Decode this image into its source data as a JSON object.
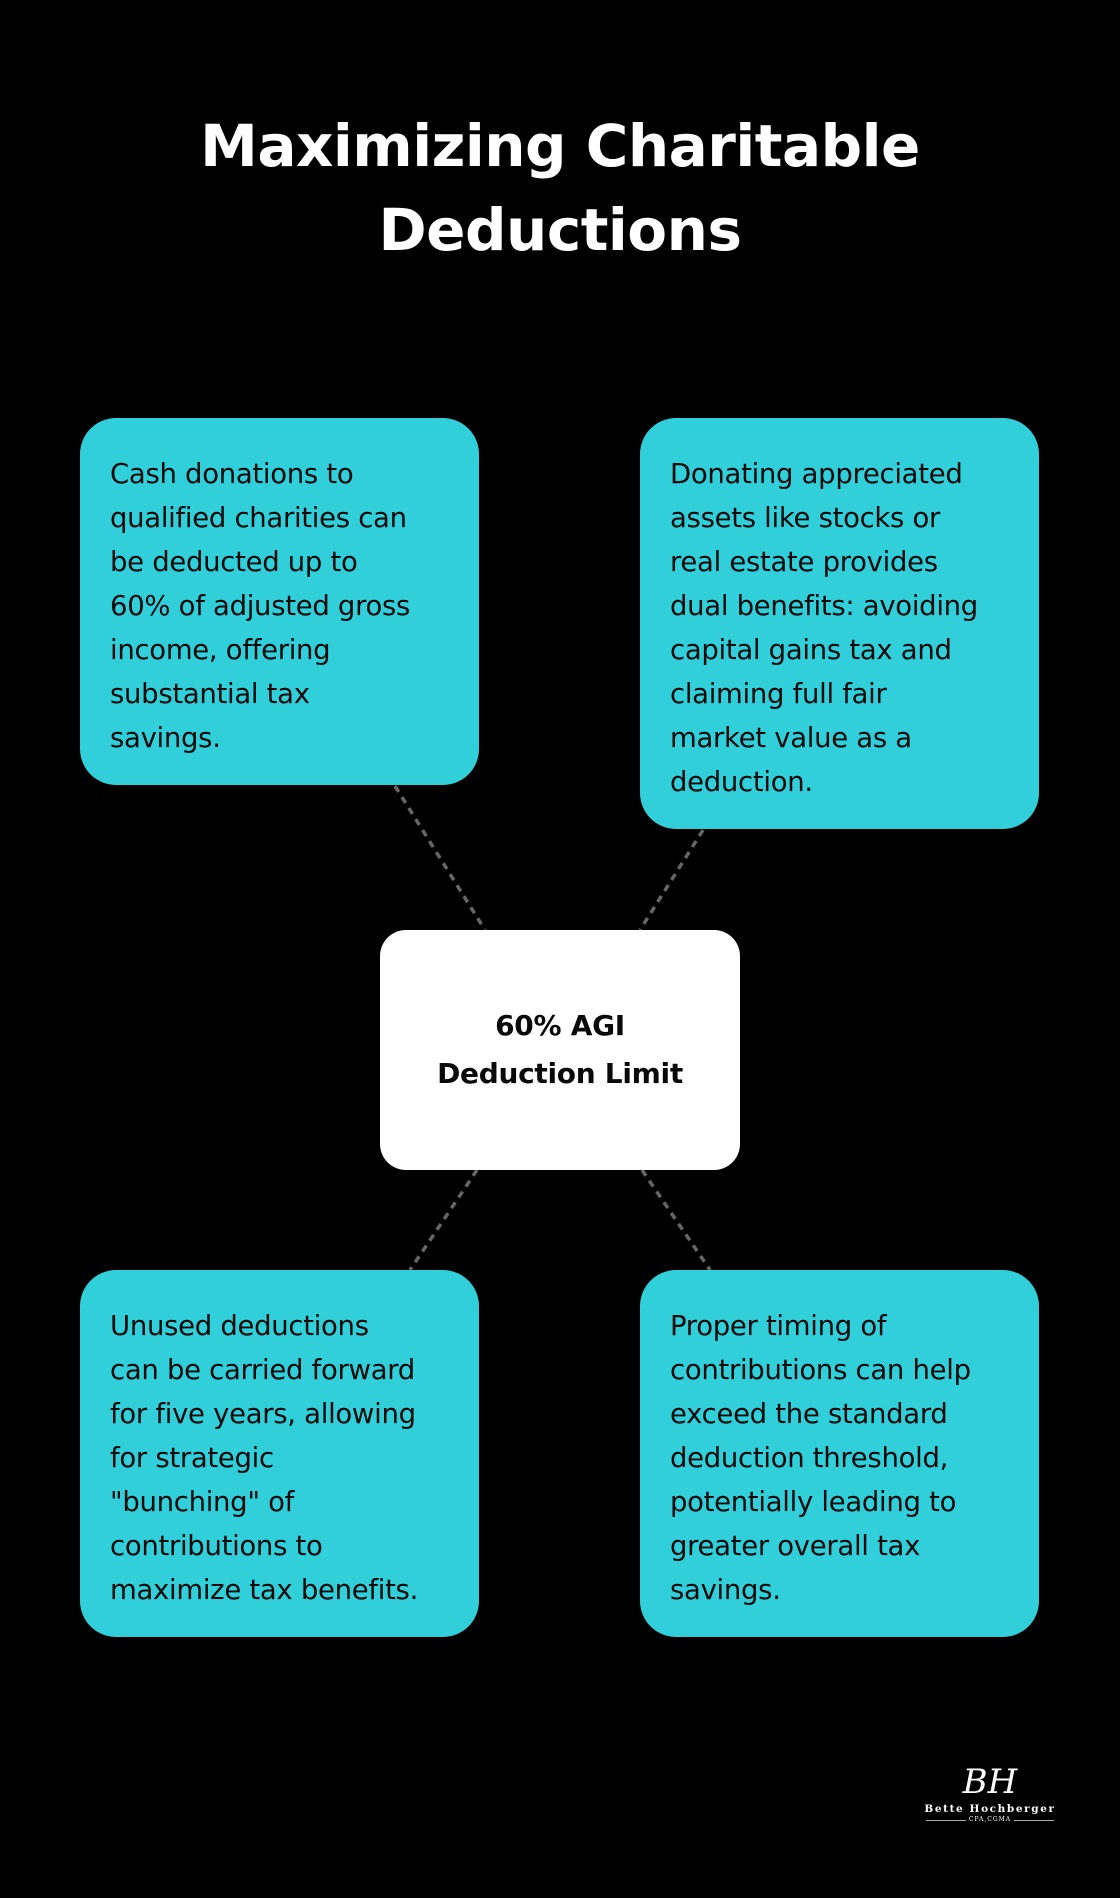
{
  "title": {
    "line1": "Maximizing Charitable",
    "line2": "Deductions"
  },
  "center": {
    "line1": "60% AGI",
    "line2": "Deduction Limit"
  },
  "boxes": [
    {
      "position": "top-left",
      "lines": [
        "Cash donations to",
        "qualified charities can",
        "be deducted up to",
        "60% of adjusted gross",
        "income, offering",
        "substantial tax",
        "savings."
      ]
    },
    {
      "position": "top-right",
      "lines": [
        "Donating appreciated",
        "assets like stocks or",
        "real estate provides",
        "dual benefits: avoiding",
        "capital gains tax and",
        "claiming full fair",
        "market value as a",
        "deduction."
      ]
    },
    {
      "position": "bottom-left",
      "lines": [
        "Unused deductions",
        "can be carried forward",
        "for five years, allowing",
        "for strategic",
        "\"bunching\" of",
        "contributions to",
        "maximize tax benefits."
      ]
    },
    {
      "position": "bottom-right",
      "lines": [
        "Proper timing of",
        "contributions can help",
        "exceed the standard",
        "deduction threshold,",
        "potentially leading to",
        "greater overall tax",
        "savings."
      ]
    }
  ],
  "logo": {
    "monogram": "BH",
    "name": "Bette Hochberger",
    "credentials": "CPA,CGMA"
  },
  "colors": {
    "background": "#000000",
    "box": "#31CFDA",
    "center_box": "#FFFFFF",
    "connector": "#666666"
  }
}
